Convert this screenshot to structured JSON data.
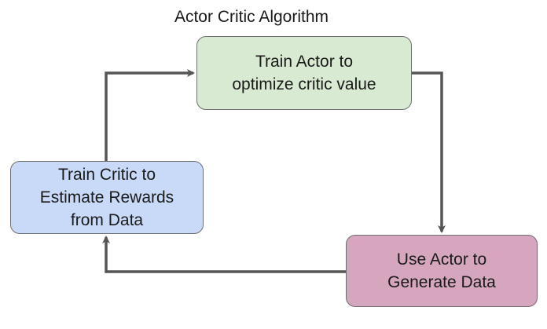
{
  "title": "Actor Critic Algorithm",
  "colors": {
    "actor_fill": "#d9ead3",
    "critic_fill": "#c9daf8",
    "generate_fill": "#d5a6bd",
    "arrow": "#555555",
    "border": "#6e6e6e"
  },
  "nodes": {
    "train_actor": "Train Actor to\noptimize critic value",
    "train_critic": "Train Critic to\nEstimate Rewards\nfrom Data",
    "use_actor": "Use Actor to\nGenerate Data"
  }
}
